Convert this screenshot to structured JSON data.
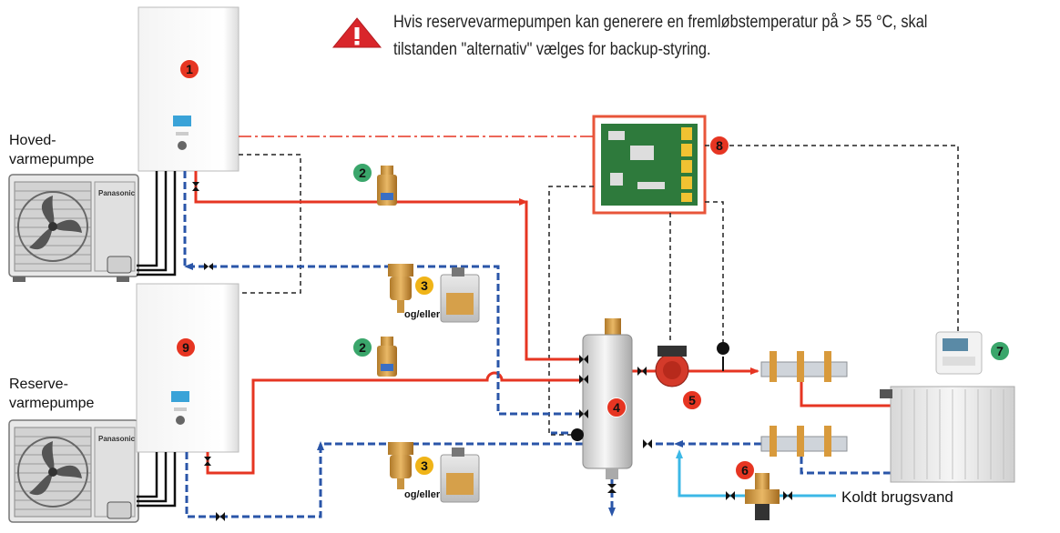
{
  "warning": {
    "line1": "Hvis reservevarmepumpen kan generere en fremløbstemperatur på > 55 °C, skal",
    "line2": "tilstanden \"alternativ\" vælges for backup-styring."
  },
  "labels": {
    "main_pump_l1": "Hoved-",
    "main_pump_l2": "varmepumpe",
    "backup_pump_l1": "Reserve-",
    "backup_pump_l2": "varmepumpe",
    "and_or_1": "og/eller",
    "and_or_2": "og/eller",
    "cold_water": "Koldt brugsvand",
    "brand_1": "Panasonic",
    "brand_2": "Panasonic"
  },
  "markers": [
    {
      "id": "m1",
      "text": "1",
      "color": "#e63522"
    },
    {
      "id": "m2a",
      "text": "2",
      "color": "#3aa66b"
    },
    {
      "id": "m2b",
      "text": "2",
      "color": "#3aa66b"
    },
    {
      "id": "m3a",
      "text": "3",
      "color": "#f0b418"
    },
    {
      "id": "m3b",
      "text": "3",
      "color": "#f0b418"
    },
    {
      "id": "m4",
      "text": "4",
      "color": "#e63522"
    },
    {
      "id": "m5",
      "text": "5",
      "color": "#e63522"
    },
    {
      "id": "m6",
      "text": "6",
      "color": "#e63522"
    },
    {
      "id": "m7",
      "text": "7",
      "color": "#3aa66b"
    },
    {
      "id": "m8",
      "text": "8",
      "color": "#e63522"
    },
    {
      "id": "m9",
      "text": "9",
      "color": "#e63522"
    }
  ],
  "colors": {
    "supply_pipe": "#e63522",
    "return_pipe": "#2a55a8",
    "cold_water_pipe": "#3cb8e6",
    "control_line": "#222222",
    "signal_line": "#e63522",
    "warning_icon": "#d9262b"
  }
}
